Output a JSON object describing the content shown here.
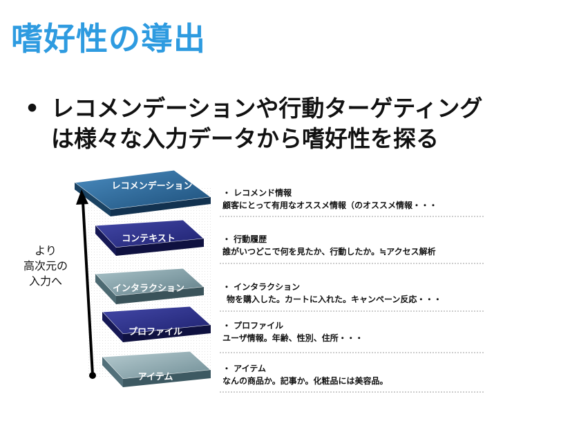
{
  "slide": {
    "title": "嗜好性の導出",
    "bullet_marker": "•",
    "bullet_line1": "レコメンデーションや行動ターゲティング",
    "bullet_line2": "は様々な入力データから嗜好性を探る"
  },
  "side_label": {
    "line1": "より",
    "line2": "高次元の",
    "line3": "入力へ"
  },
  "layers": [
    {
      "label": "レコメンデーション",
      "color": "#2a6a9a",
      "desc_title": "・ レコメンド情報",
      "desc_body": "顧客にとって有用なオススメ情報（のオススメ情報・・・"
    },
    {
      "label": "コンテキスト",
      "color": "#2b2f8a",
      "desc_title": "・ 行動履歴",
      "desc_body": "誰がいつどこで何を見たか、行動したか。≒アクセス解析"
    },
    {
      "label": "インタラクション",
      "color": "#7e9da6",
      "desc_title": "・ インタラクション",
      "desc_body": "物を購入した。カートに入れた。キャンペーン反応・・・"
    },
    {
      "label": "プロファイル",
      "color": "#2b2f8a",
      "desc_title": "・ プロファイル",
      "desc_body": "ユーザ情報。年齢、性別、住所・・・"
    },
    {
      "label": "アイテム",
      "color": "#8aa9b0",
      "desc_title": "・ アイテム",
      "desc_body": "なんの商品か。記事か。化粧品には美容品。"
    }
  ]
}
